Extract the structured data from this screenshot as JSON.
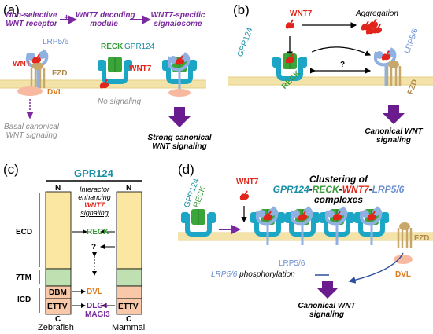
{
  "panels": {
    "a": {
      "label": "(a)",
      "header_receptor": [
        "Non-selective",
        "WNT receptor"
      ],
      "plus": "+",
      "header_module": [
        "WNT7 decoding",
        "module"
      ],
      "header_result": [
        "WNT7-specific",
        "signalosome"
      ],
      "lrp": "LRP5/6",
      "wnt": "WNT",
      "fzd": "FZD",
      "dvl": "DVL",
      "reck": "RECK",
      "gpr124": "GPR124",
      "wnt7": "WNT7",
      "no_signal": "No signaling",
      "basal": [
        "Basal canonical",
        "WNT signaling"
      ],
      "strong": [
        "Strong canonical",
        "WNT signaling"
      ]
    },
    "b": {
      "label": "(b)",
      "wnt7": "WNT7",
      "aggregation": "Aggregation",
      "gpr124": "GPR124",
      "reck": "RECK",
      "question": "?",
      "lrp": "LRP5/6",
      "fzd": "FZD",
      "result": [
        "Canonical WNT",
        "signaling"
      ]
    },
    "c": {
      "label": "(c)",
      "title": "GPR124",
      "n_left": "N",
      "n_right": "N",
      "c_left": "C",
      "c_right": "C",
      "interactor": [
        "Interactor",
        "enhancing",
        "WNT7",
        "signaling"
      ],
      "domains": [
        "ECD",
        "7TM",
        "ICD"
      ],
      "dbm": "DBM",
      "ettv_left": "ETTV",
      "ettv_right": "ETTV",
      "reck": "RECK",
      "question": "?",
      "dvl": "DVL",
      "dlg4": "DLG4",
      "magi3": "MAGI3",
      "zebrafish": "Zebrafish",
      "mammal": "Mammal"
    },
    "d": {
      "label": "(d)",
      "gpr124": "GPR124",
      "reck": "RECK",
      "wnt7": "WNT7",
      "clustering": "Clustering of",
      "complex_parts": [
        "GPR124",
        "-",
        "RECK",
        "-",
        "WNT7",
        "-",
        "LRP5/6"
      ],
      "complexes": "complexes",
      "fzd": "FZD",
      "lrp": "LRP5/6",
      "dvl": "DVL",
      "phos_lrp": "LRP5/6",
      "phos": " phosphorylation",
      "result": [
        "Canonical WNT",
        "signaling"
      ]
    }
  },
  "colors": {
    "membrane": "#f3e3a8",
    "gpr124": "#1aa6c4",
    "reck": "#3a9a3a",
    "wnt": "#e1251b",
    "lrp": "#8fb0e0",
    "fzd": "#c7a76a",
    "dvl": "#f7b9a0",
    "arrow": "#6a1b8e",
    "ecd": "#fbe6a2",
    "tm": "#bfe0b0",
    "icd": "#f8c8a8"
  }
}
